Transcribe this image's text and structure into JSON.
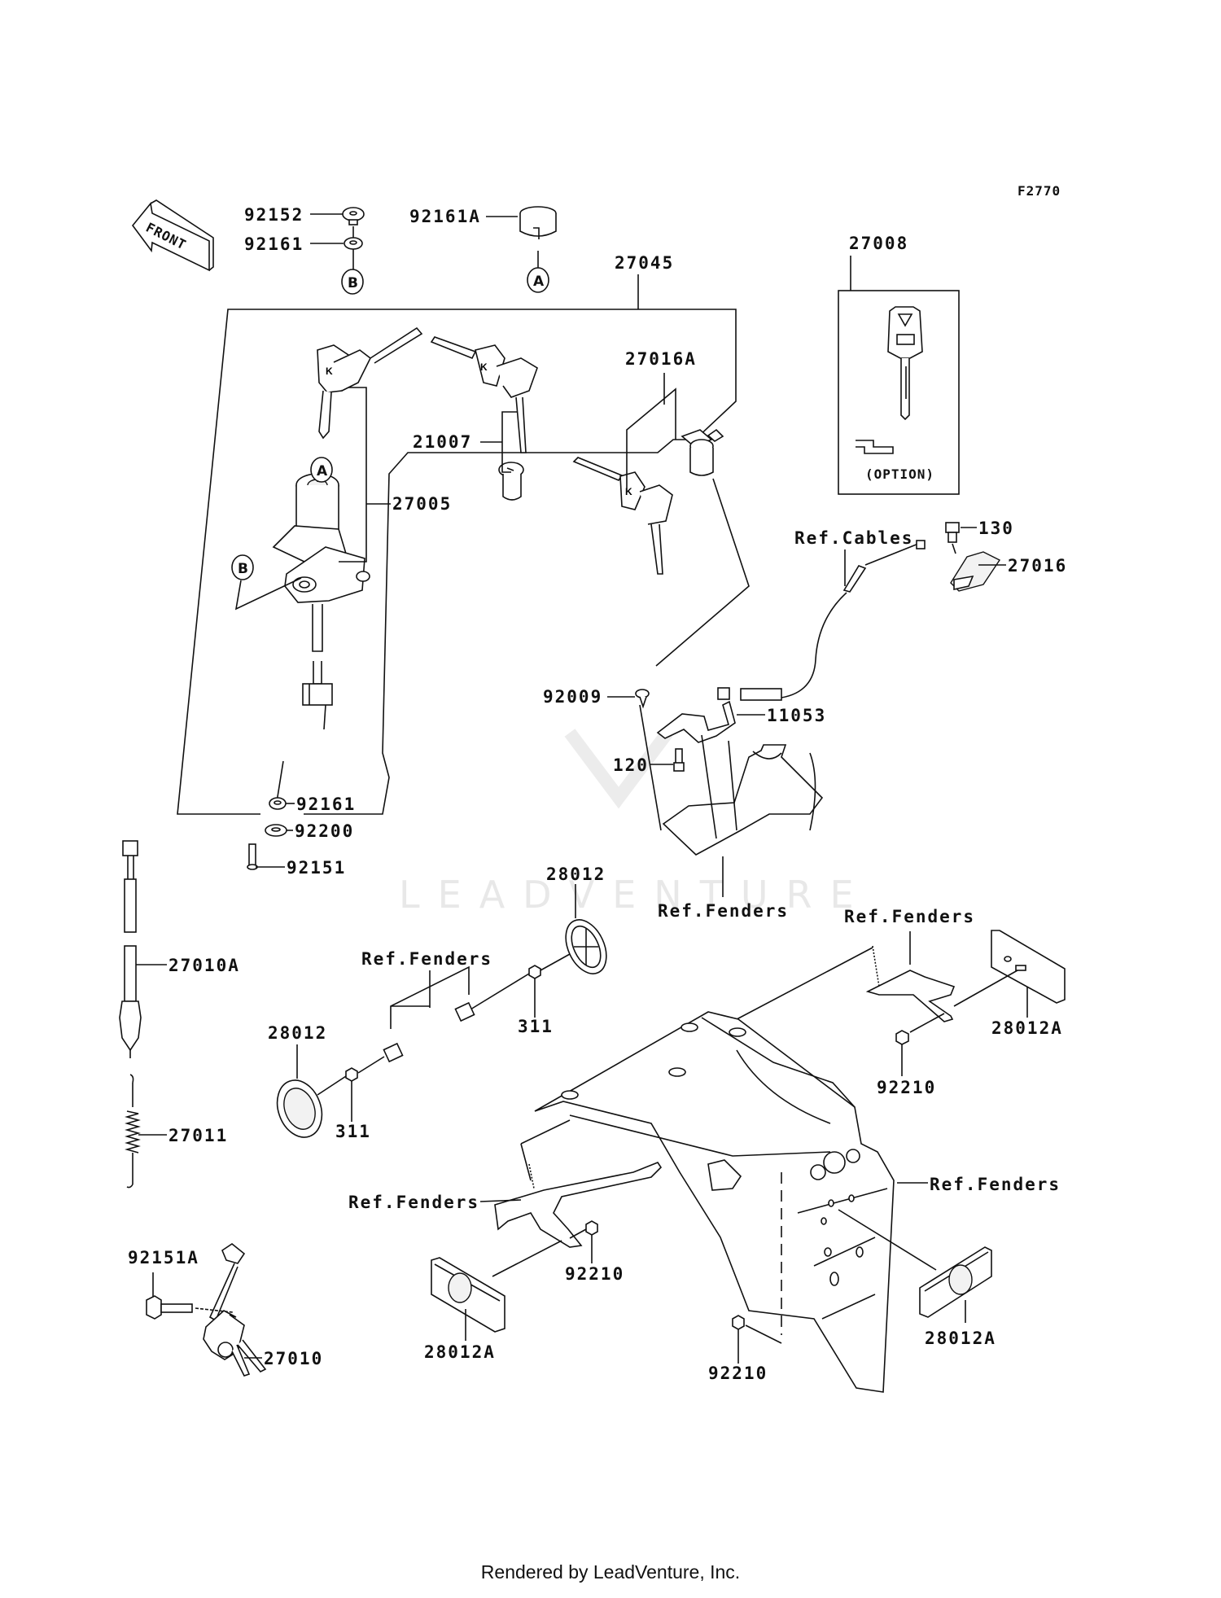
{
  "figure_code": "F2770",
  "front_indicator": "FRONT",
  "option_label": "(OPTION)",
  "watermark": "LEADVENTURE",
  "footer": "Rendered by LeadVenture, Inc.",
  "reference_markers": [
    "A",
    "B"
  ],
  "callouts": {
    "p92152": "92152",
    "p92161_top": "92161",
    "p92161A": "92161A",
    "p27045": "27045",
    "p27008": "27008",
    "p27016A": "27016A",
    "p21007": "21007",
    "p27005": "27005",
    "p130": "130",
    "p27016": "27016",
    "ref_cables": "Ref.Cables",
    "p92009": "92009",
    "p11053": "11053",
    "p120": "120",
    "p92161_low": "92161",
    "p92200": "92200",
    "p92151": "92151",
    "p28012_center": "28012",
    "ref_fenders_center": "Ref.Fenders",
    "ref_fenders_right": "Ref.Fenders",
    "ref_fenders_left": "Ref.Fenders",
    "p27010A": "27010A",
    "p28012A_right_top": "28012A",
    "p28012_left": "28012",
    "p311_upper": "311",
    "p311_lower": "311",
    "p92210_right": "92210",
    "p27011": "27011",
    "ref_fenders_bracket": "Ref.Fenders",
    "ref_fenders_fender": "Ref.Fenders",
    "p92151A": "92151A",
    "p92210_mid": "92210",
    "p28012A_left": "28012A",
    "p27010": "27010",
    "p92210_bottom": "92210",
    "p28012A_right_bottom": "28012A"
  }
}
